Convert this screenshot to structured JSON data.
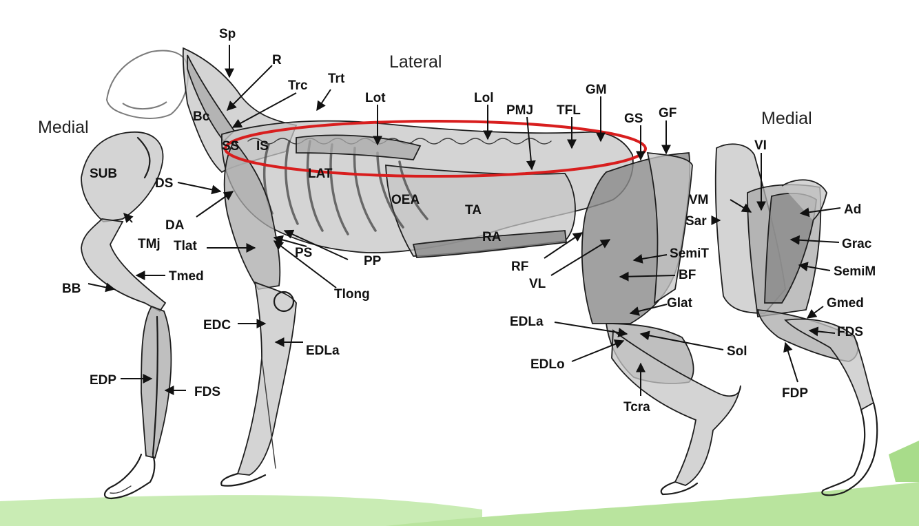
{
  "regions": {
    "lateral": "Lateral",
    "medial_left": "Medial",
    "medial_right": "Medial"
  },
  "labels": {
    "sp": "Sp",
    "r": "R",
    "trc": "Trc",
    "trt": "Trt",
    "bc": "Bc",
    "ss": "SS",
    "is": "IS",
    "lot": "Lot",
    "lol": "Lol",
    "pmj": "PMJ",
    "tfl": "TFL",
    "gm": "GM",
    "gs": "GS",
    "gf": "GF",
    "lat": "LAT",
    "sub": "SUB",
    "ds": "DS",
    "da": "DA",
    "tmj": "TMj",
    "tlat": "Tlat",
    "ps": "PS",
    "pp": "PP",
    "tlong": "Tlong",
    "oea": "OEA",
    "ta": "TA",
    "ra": "RA",
    "bb": "BB",
    "tmed": "Tmed",
    "edc": "EDC",
    "edla_fore": "EDLa",
    "edp": "EDP",
    "fds_fore": "FDS",
    "rf": "RF",
    "vl": "VL",
    "semit": "SemiT",
    "bf": "BF",
    "glat": "Glat",
    "edla_hind": "EDLa",
    "sol": "Sol",
    "edlo": "EDLo",
    "tcra": "Tcra",
    "vi": "VI",
    "vm": "VM",
    "sar": "Sar",
    "ad": "Ad",
    "grac": "Grac",
    "semim": "SemiM",
    "gmed": "Gmed",
    "fds_hind": "FDS",
    "fdp": "FDP"
  },
  "colors": {
    "highlight_ellipse": "#d81e1e",
    "footer_green": "#c9ecb4",
    "muscle_light": "#c6c6c6",
    "muscle_dark": "#8a8a8a"
  }
}
